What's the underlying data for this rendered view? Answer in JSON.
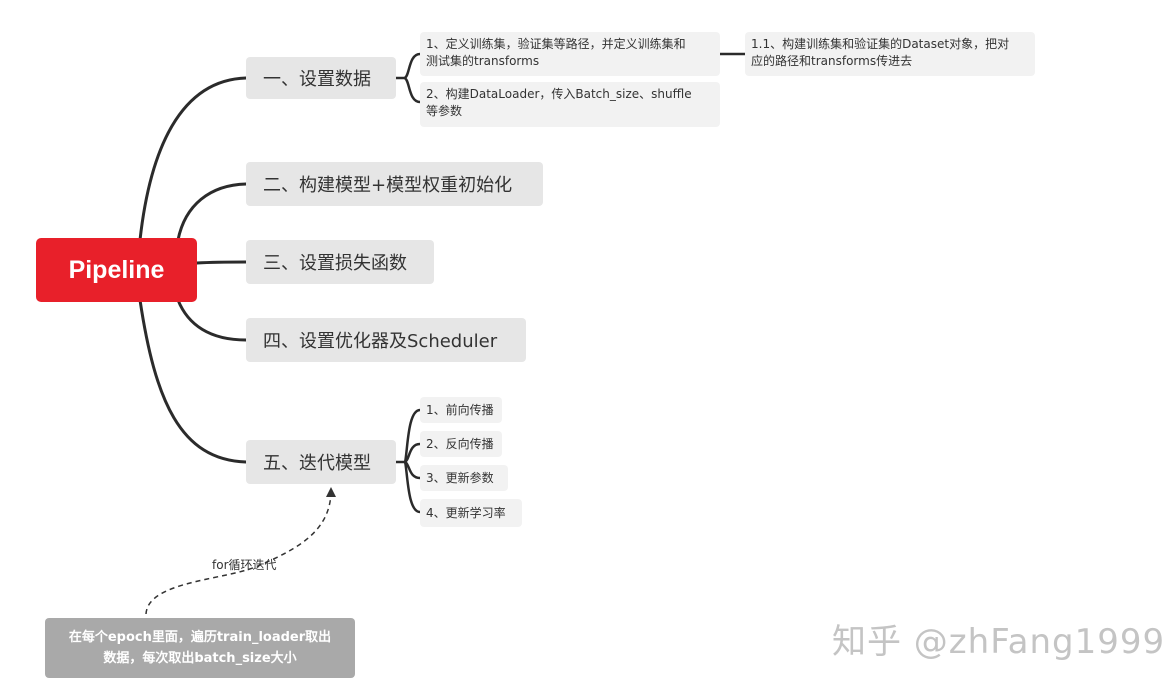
{
  "root": {
    "label": "Pipeline"
  },
  "branches": [
    {
      "label": "一、设置数据"
    },
    {
      "label": "二、构建模型+模型权重初始化"
    },
    {
      "label": "三、设置损失函数"
    },
    {
      "label": "四、设置优化器及Scheduler"
    },
    {
      "label": "五、迭代模型"
    }
  ],
  "data_children": [
    {
      "label": "1、定义训练集，验证集等路径，并定义训练集和\n测试集的transforms"
    },
    {
      "label": "2、构建DataLoader，传入Batch_size、shuffle\n等参数"
    }
  ],
  "data_grandchild": {
    "label": "1.1、构建训练集和验证集的Dataset对象，把对\n应的路径和transforms传进去"
  },
  "iter_children": [
    {
      "label": "1、前向传播"
    },
    {
      "label": "2、反向传播"
    },
    {
      "label": "3、更新参数"
    },
    {
      "label": "4、更新学习率"
    }
  ],
  "loop": {
    "edge_label": "for循环迭代",
    "note": "在每个epoch里面，遍历train_loader取出\n数据，每次取出batch_size大小"
  },
  "watermark": "知乎 @zhFang1999",
  "colors": {
    "root": "#e8202a",
    "branch_bg": "#e6e6e6",
    "leaf_bg": "#f2f2f2",
    "note_bg": "#a9a9a9",
    "line": "#2b2b2b"
  }
}
